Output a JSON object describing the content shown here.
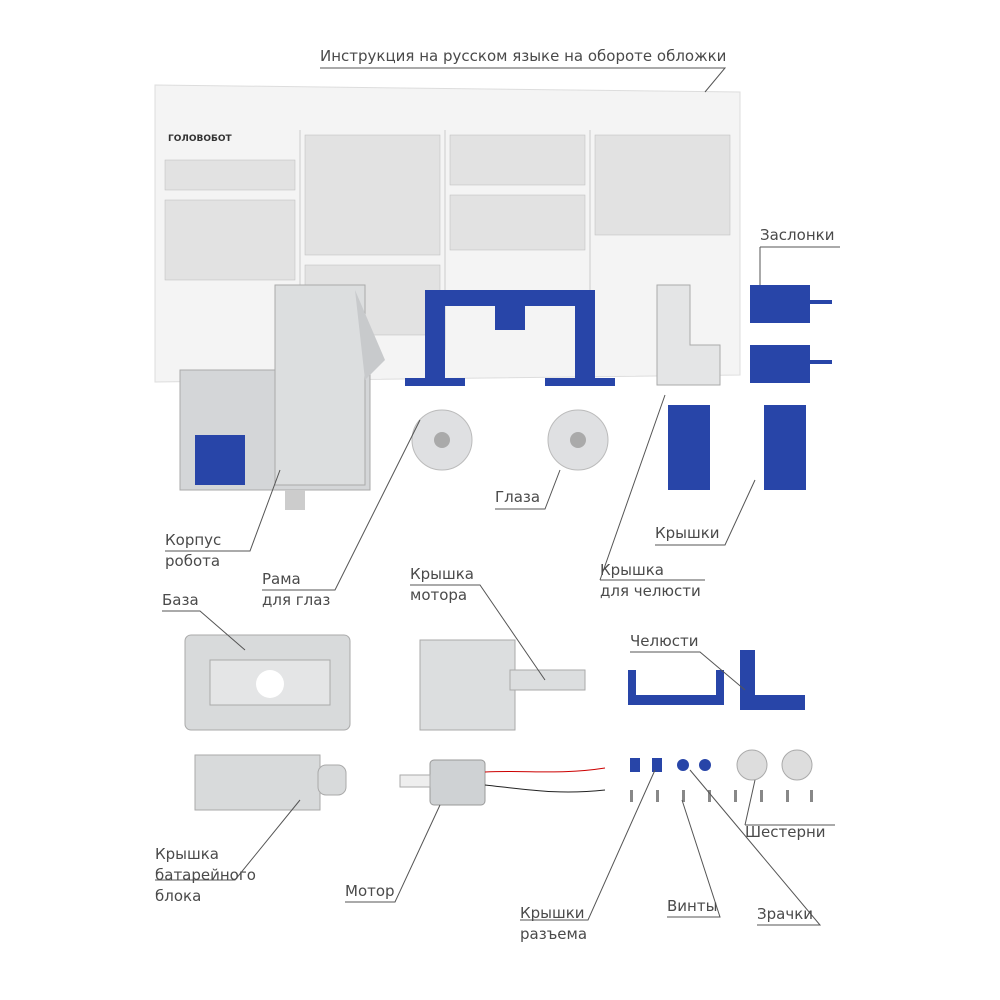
{
  "colors": {
    "blue": "#2845a8",
    "gray": "#d4d6d8",
    "text": "#4a4a4a",
    "line": "#555555"
  },
  "sheet": {
    "title": "ГОЛОВОБОТ"
  },
  "labels": {
    "instruction": "Инструкция на русском языке на обороте обложки",
    "shutters": "Заслонки",
    "eyes": "Глаза",
    "covers": "Крышки",
    "body_1": "Корпус",
    "body_2": "робота",
    "eye_frame_1": "Рама",
    "eye_frame_2": "для глаз",
    "motor_cover_1": "Крышка",
    "motor_cover_2": "мотора",
    "jaw_cover_1": "Крышка",
    "jaw_cover_2": "для челюсти",
    "base": "База",
    "jaws": "Челюсти",
    "gears": "Шестерни",
    "battery_cover_1": "Крышка",
    "battery_cover_2": "батарейного",
    "battery_cover_3": "блока",
    "motor": "Мотор",
    "connector_caps_1": "Крышки",
    "connector_caps_2": "разъема",
    "screws": "Винты",
    "pupils": "Зрачки"
  }
}
